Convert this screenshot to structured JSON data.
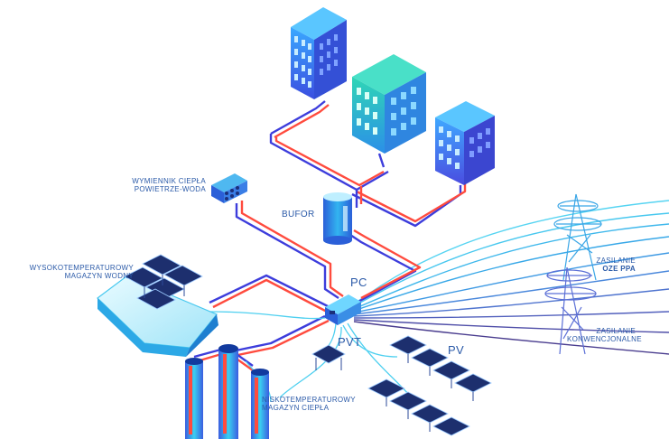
{
  "labels": {
    "heat_exchanger_line1": "WYMIENNIK CIEPŁA",
    "heat_exchanger_line2": "POWIETRZE-WODA",
    "buffer": "BUFOR",
    "high_temp_line1": "WYSOKOTEMPERATUROWY",
    "high_temp_line2": "MAGAZYN WODNY",
    "heat_pump": "PC",
    "pvt": "PVT",
    "pv": "PV",
    "low_temp_line1": "NISKOTEMPERATUROWY",
    "low_temp_line2": "MAGAZYN CIEPŁA",
    "ppa_line1": "ZASILANIE",
    "ppa_line2": "OZE PPA",
    "conv_line1": "ZASILANIE",
    "conv_line2": "KONWENCJONALNE"
  },
  "colors": {
    "hot_pipe": "#ff4b3e",
    "cold_pipe": "#3d3ddc",
    "cable_cyan": "#4fd0f0",
    "cable_purple": "#4a3d8f",
    "label_blue": "#2b5aa8",
    "building_teal": "#2dd4c4",
    "building_blue": "#3f6ff0"
  },
  "icons": [
    "building-icon",
    "tower-icon",
    "solar-panel-icon",
    "tank-icon",
    "heat-pump-icon"
  ]
}
